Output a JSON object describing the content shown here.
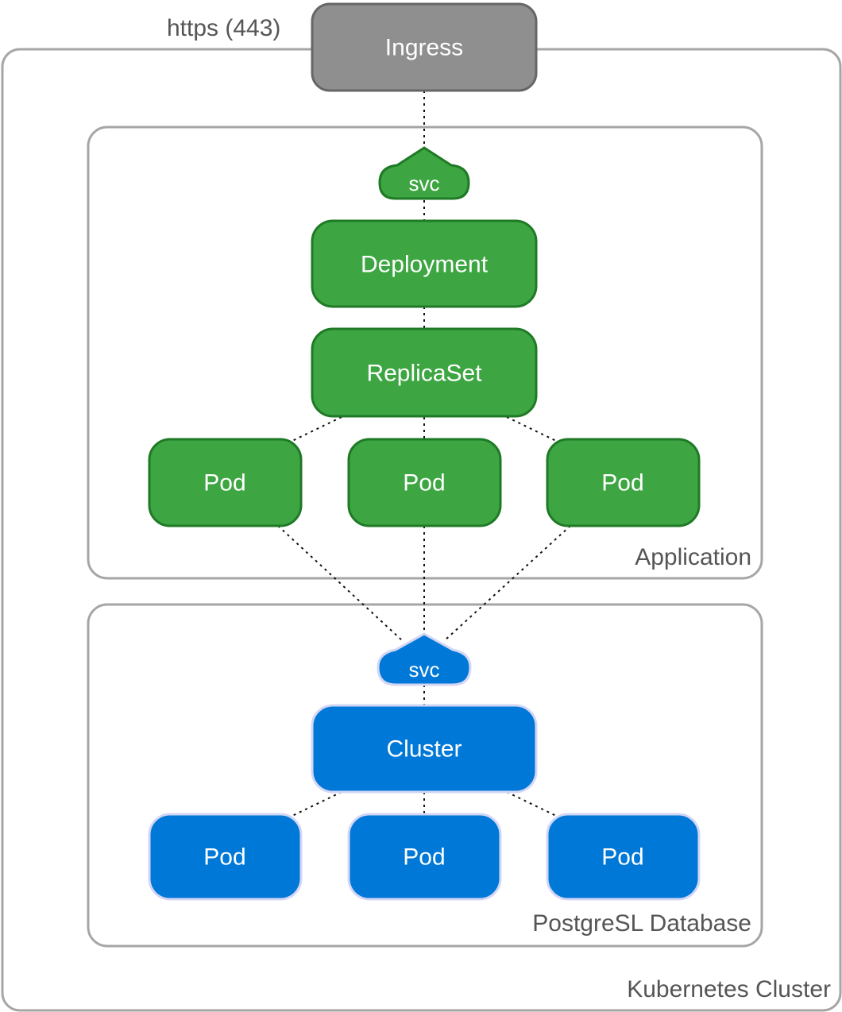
{
  "ingress": {
    "label": "Ingress",
    "port_label": "https (443)"
  },
  "kubernetes_cluster": {
    "label": "Kubernetes Cluster"
  },
  "application": {
    "label": "Application",
    "svc_label": "svc",
    "deployment_label": "Deployment",
    "replicaset_label": "ReplicaSet",
    "pods": [
      "Pod",
      "Pod",
      "Pod"
    ]
  },
  "database": {
    "label": "PostgreSL Database",
    "svc_label": "svc",
    "cluster_label": "Cluster",
    "pods": [
      "Pod",
      "Pod",
      "Pod"
    ]
  },
  "colors": {
    "ingress": "#8f8f8f",
    "application": "#3da642",
    "database": "#0078d7",
    "frame": "#a6a6a6"
  }
}
